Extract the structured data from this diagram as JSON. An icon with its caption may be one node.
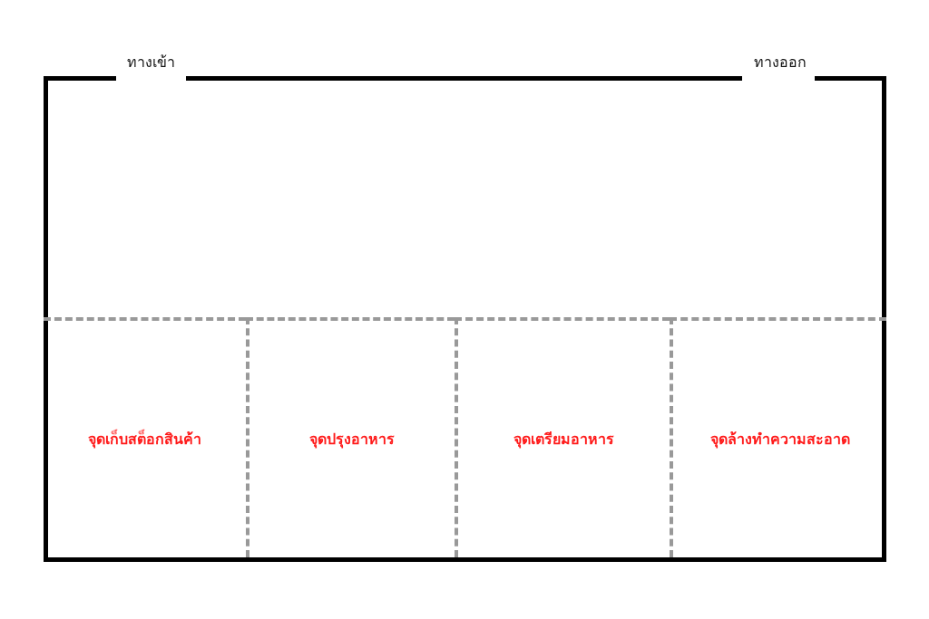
{
  "diagram": {
    "nodes": [
      {
        "text": [],
        "shape": "box"
      },
      {
        "text": [
          "จุดเก็บสต็อกสินค้า"
        ],
        "in": 0
      },
      {
        "text": [
          "จุดปรุงอาหาร"
        ],
        "in": 0
      },
      {
        "text": [
          "จุดเตรียมอาหาร"
        ],
        "in": 0
      },
      {
        "text": [
          "จุดล้างทำความสะอาด"
        ],
        "in": 0
      }
    ],
    "edges": [],
    "labels": [
      "ทางเข้า",
      "ทางออก"
    ]
  }
}
